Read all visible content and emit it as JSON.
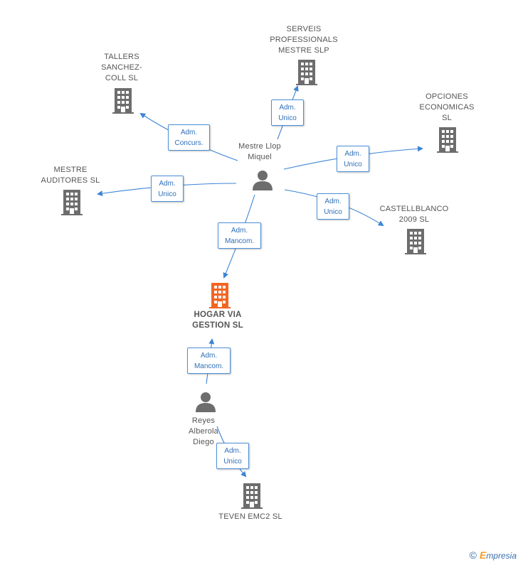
{
  "companies": {
    "serveis": "SERVEIS\nPROFESSIONALS\nMESTRE SLP",
    "tallers": "TALLERS\nSANCHEZ-\nCOLL SL",
    "opciones": "OPCIONES\nECONOMICAS\nSL",
    "mestre_auditores": "MESTRE\nAUDITORES SL",
    "castellblanco": "CASTELLBLANCO\n2009 SL",
    "hogar": "HOGAR VIA\nGESTION SL",
    "teven": "TEVEN EMC2 SL"
  },
  "persons": {
    "mestre_llop": "Mestre Llop\nMiquel",
    "reyes": "Reyes\nAlberola\nDiego"
  },
  "roles": {
    "serveis": "Adm.\nUnico",
    "tallers": "Adm.\nConcurs.",
    "opciones": "Adm.\nUnico",
    "mestre_auditores": "Adm.\nUnico",
    "castellblanco": "Adm.\nUnico",
    "hogar_from_mestre": "Adm.\nMancom.",
    "hogar_from_reyes": "Adm.\nMancom.",
    "teven": "Adm.\nUnico"
  },
  "colors": {
    "main_company": "#f26522",
    "company": "#6d6d6d",
    "person": "#6d6d6d",
    "edge": "#3d84d6"
  },
  "footer": {
    "copyright": "©",
    "brand_first": "E",
    "brand_rest": "mpresia"
  }
}
